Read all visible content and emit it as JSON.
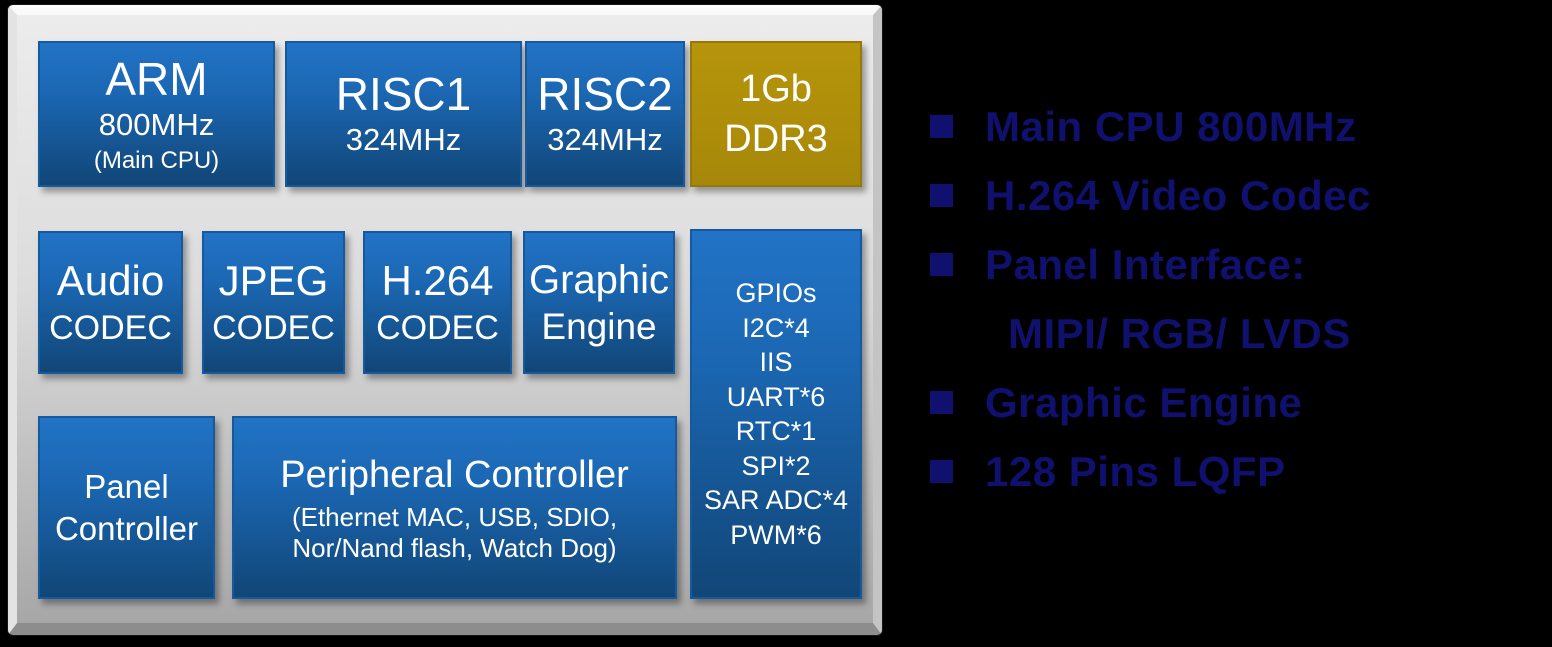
{
  "diagram": {
    "blocks": {
      "arm": {
        "title": "ARM",
        "subtitle": "800MHz",
        "note": "(Main CPU)"
      },
      "risc1": {
        "title": "RISC1",
        "subtitle": "324MHz"
      },
      "risc2": {
        "title": "RISC2",
        "subtitle": "324MHz"
      },
      "ddr3": {
        "line1": "1Gb",
        "line2": "DDR3"
      },
      "audio": {
        "title": "Audio",
        "subtitle": "CODEC"
      },
      "jpeg": {
        "title": "JPEG",
        "subtitle": "CODEC"
      },
      "h264": {
        "title": "H.264",
        "subtitle": "CODEC"
      },
      "graphic": {
        "title": "Graphic",
        "subtitle": "Engine"
      },
      "io": {
        "lines": [
          "GPIOs",
          "I2C*4",
          "IIS",
          "UART*6",
          "RTC*1",
          "SPI*2",
          "SAR ADC*4",
          "PWM*6"
        ]
      },
      "panel_controller": {
        "line1": "Panel",
        "line2": "Controller"
      },
      "peripheral": {
        "title": "Peripheral Controller",
        "detail_line1": "(Ethernet MAC, USB, SDIO,",
        "detail_line2": "Nor/Nand flash, Watch Dog)"
      }
    },
    "colors": {
      "block_blue_top": "#2273c6",
      "block_blue_bottom": "#114677",
      "block_gold_top": "#b6950c",
      "block_gold_bottom": "#a6870a",
      "panel_bg_top": "#ececec",
      "panel_bg_bottom": "#a7a7a7",
      "block_text": "#ffffff"
    }
  },
  "features": {
    "background": "#000000",
    "text_color": "#10106f",
    "bullet_color": "#10106f",
    "items": [
      {
        "text": "Main CPU 800MHz"
      },
      {
        "text": "H.264 Video Codec"
      },
      {
        "text": "Panel Interface:"
      },
      {
        "text": "MIPI/ RGB/ LVDS"
      },
      {
        "text": "Graphic Engine"
      },
      {
        "text": "128 Pins LQFP"
      }
    ]
  }
}
